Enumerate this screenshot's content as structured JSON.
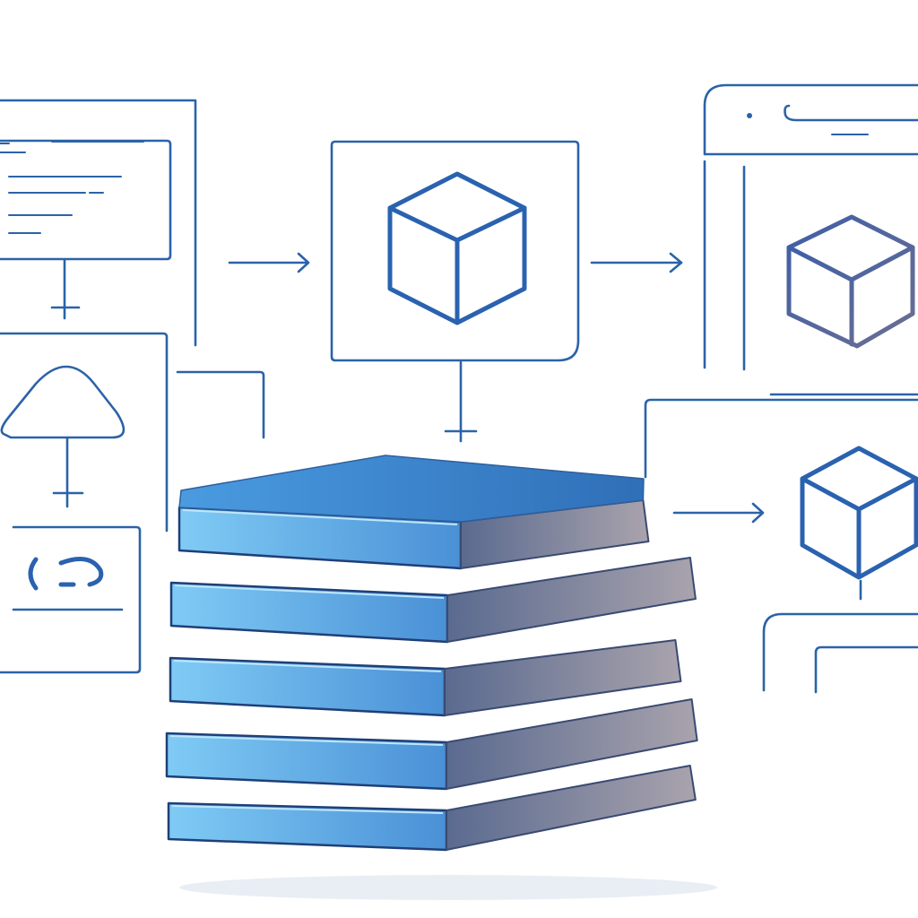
{
  "colors": {
    "line": "#2b63a8",
    "cube": "#2a62b0",
    "cube_muted": "#4f5f8c",
    "book_top": "#3f86cf",
    "book_front_light": "#7fcbf5",
    "book_front_dark": "#4a90d6",
    "book_side_light": "#a9a3ad",
    "book_side_dark": "#5a6a8f",
    "background": "#ffffff"
  },
  "icons": {
    "code_panel": "code-lines-icon",
    "cloud": "cloud-icon",
    "code_brackets": "code-brackets-icon",
    "module_center": "cube-icon",
    "module_browser": "cube-icon",
    "module_right": "cube-icon",
    "stack": "book-stack-icon"
  },
  "book_stack": {
    "books": 5
  },
  "arrows": [
    "arrow-right",
    "arrow-right",
    "arrow-right"
  ]
}
